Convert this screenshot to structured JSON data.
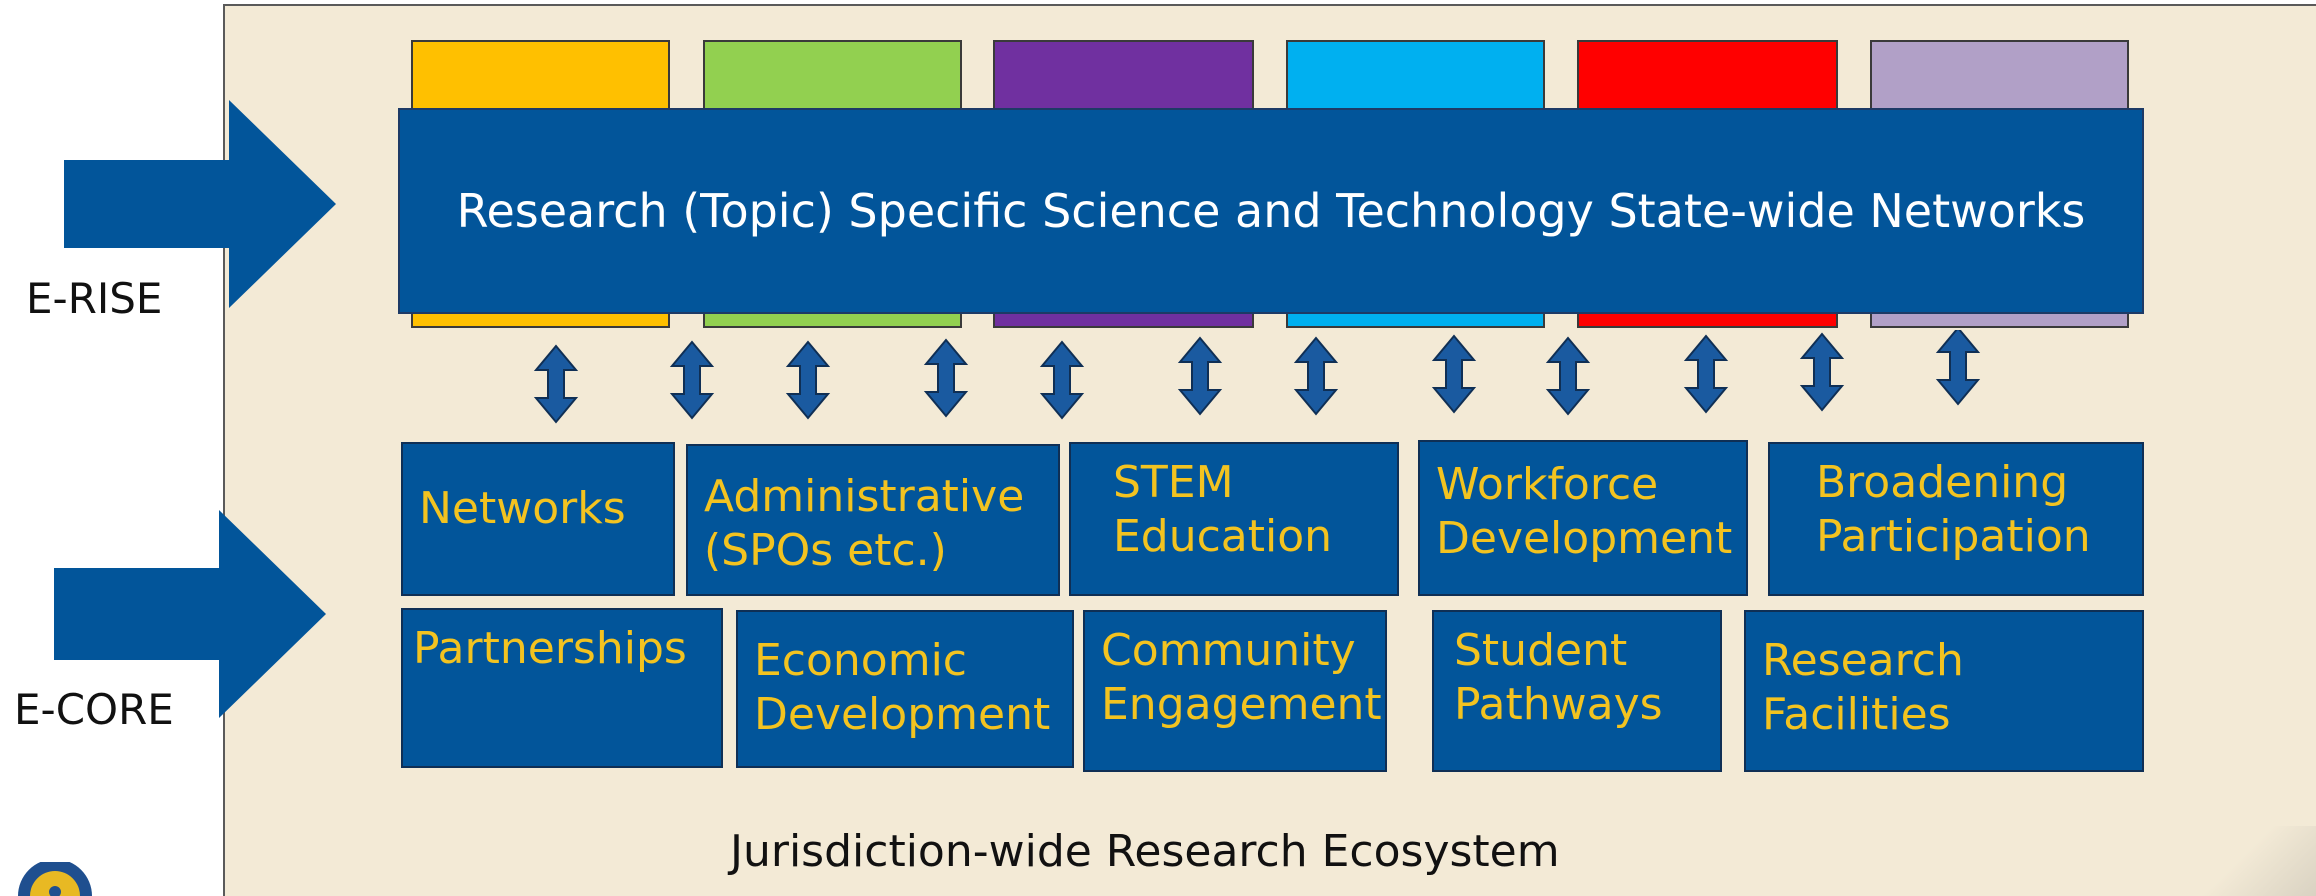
{
  "left_labels": {
    "erise": "E-RISE",
    "ecore": "E-CORE"
  },
  "topic_colors": [
    "#ffc000",
    "#92d050",
    "#7030a0",
    "#00b0f0",
    "#ff0000",
    "#b1a0c7"
  ],
  "banner": {
    "text": "Research (Topic) Specific Science and Technology State-wide Networks"
  },
  "areas": {
    "networks": "Networks",
    "administrative_1": "Administrative",
    "administrative_2": "(SPOs etc.)",
    "stem_1": "STEM",
    "stem_2": "Education",
    "workforce_1": "Workforce",
    "workforce_2": "Development",
    "broadening_1": "Broadening",
    "broadening_2": "Participation",
    "partnerships": "Partnerships",
    "economic_1": "Economic",
    "economic_2": "Development",
    "community_1": "Community",
    "community_2": "Engagement",
    "student_1": "Student",
    "student_2": "Pathways",
    "facilities_1": "Research",
    "facilities_2": "Facilities"
  },
  "ecosystem_label": "Jurisdiction-wide Research Ecosystem",
  "colors": {
    "primary_blue": "#02559a",
    "text_gold": "#f3c320",
    "background": "#f3ead6"
  }
}
